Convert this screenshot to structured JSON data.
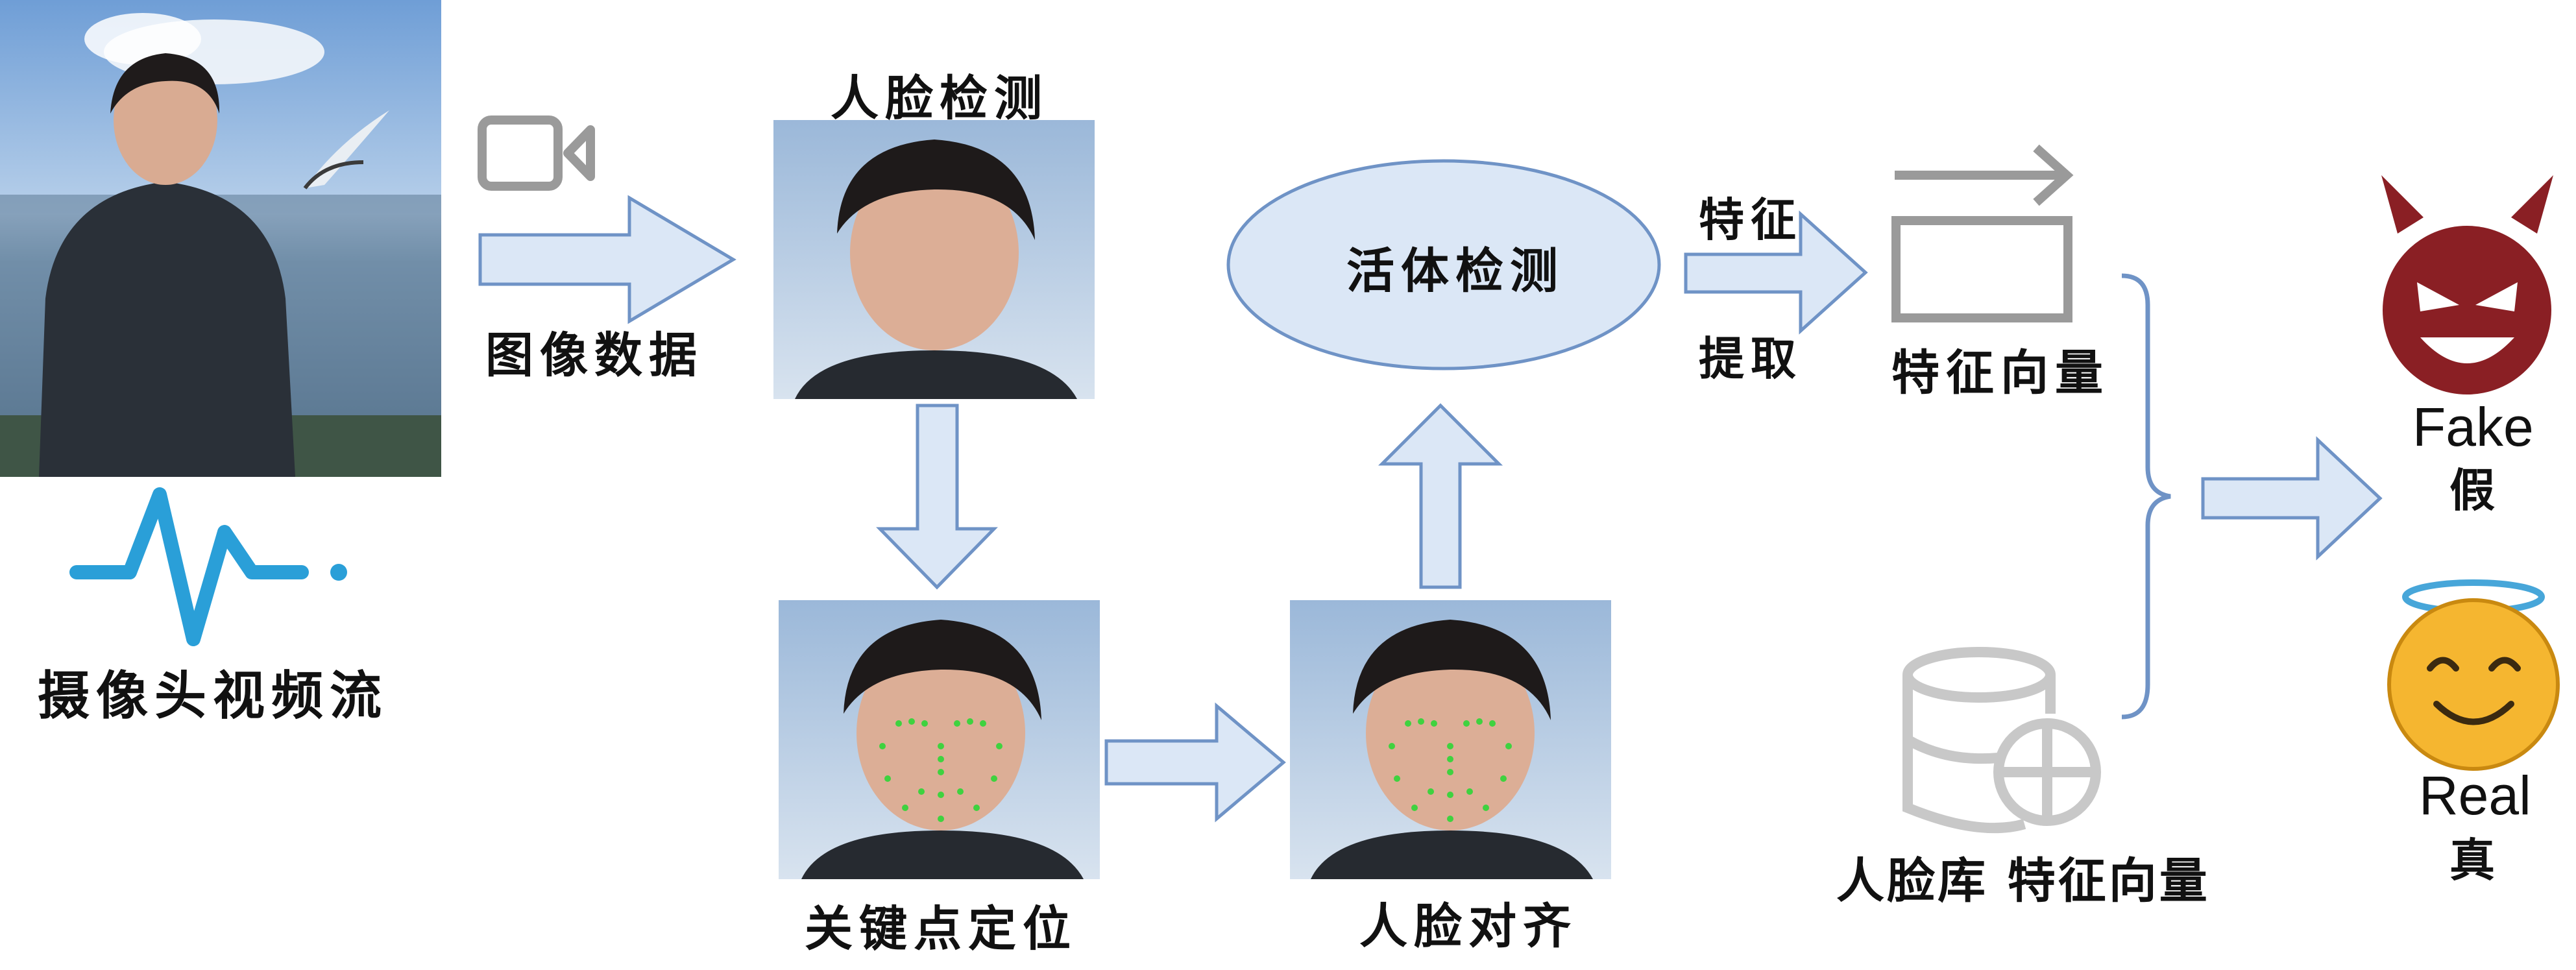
{
  "labels": {
    "camera_stream": "摄像头视频流",
    "image_data": "图像数据",
    "face_detection": "人脸检测",
    "keypoint_localization": "关键点定位",
    "face_alignment": "人脸对齐",
    "liveness_detection": "活体检测",
    "feature_extraction_line1": "特征",
    "feature_extraction_line2": "提取",
    "feature_vector": "特征向量",
    "face_db_feature_vector": "人脸库 特征向量",
    "fake_en": "Fake",
    "fake_cn": "假",
    "real_en": "Real",
    "real_cn": "真"
  },
  "colors": {
    "arrow_fill": "#dbe7f6",
    "arrow_stroke": "#6f93c6",
    "ellipse_fill": "#dbe7f6",
    "ellipse_stroke": "#6f93c6",
    "icon_gray": "#9a9a9a",
    "wave_blue": "#2a9fd8",
    "devil_red": "#8a1f24",
    "angel_yellow": "#f5b630",
    "halo_blue": "#47a6d9"
  },
  "icons": [
    "video-camera-icon",
    "pulse-wave-icon",
    "feature-vector-icon",
    "database-icon",
    "devil-face-icon",
    "angel-face-icon"
  ]
}
